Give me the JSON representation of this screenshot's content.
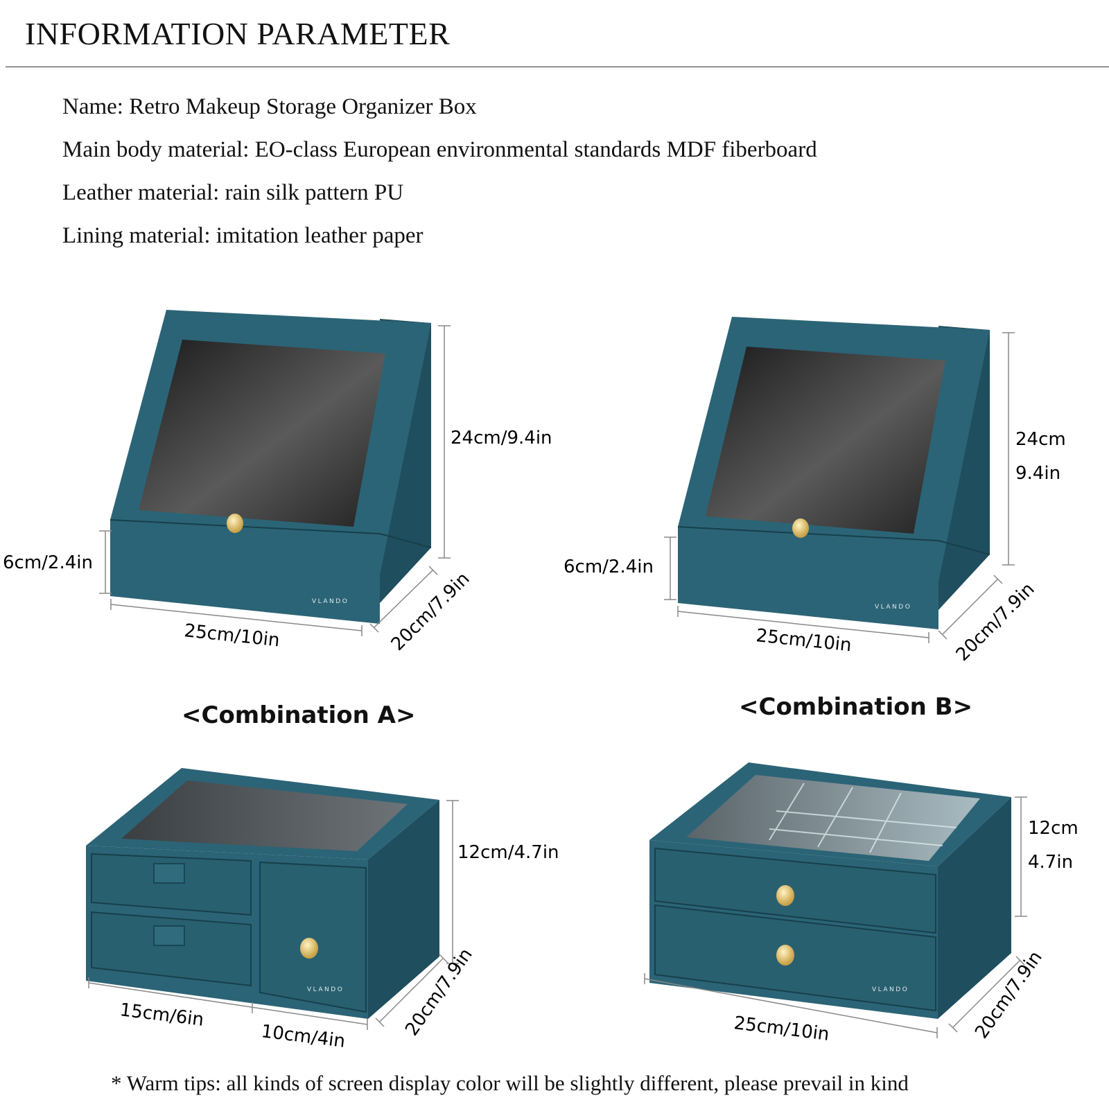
{
  "header": {
    "title": "INFORMATION PARAMETER"
  },
  "info": [
    "Name: Retro Makeup Storage Organizer Box",
    "Main body material: EO-class European environmental standards MDF fiberboard",
    "Leather material: rain silk pattern PU",
    "Lining material: imitation leather paper"
  ],
  "colors": {
    "box": "#2b6476",
    "box_dark": "#1f4e5e",
    "knob": "#d6b35a",
    "glass": "#3a3a3a"
  },
  "brand": "VLANDO",
  "combination_a": {
    "label": "<Combination A>",
    "vanity": {
      "height": "24cm/9.4in",
      "drawer": "6cm/2.4in",
      "width": "25cm/10in",
      "depth": "20cm/7.9in"
    },
    "chest": {
      "height": "12cm/4.7in",
      "width_left": "15cm/6in",
      "width_right": "10cm/4in",
      "depth": "20cm/7.9in"
    }
  },
  "combination_b": {
    "label": "<Combination B>",
    "vanity": {
      "height_cm": "24cm",
      "height_in": "9.4in",
      "drawer": "6cm/2.4in",
      "width": "25cm/10in",
      "depth": "20cm/7.9in"
    },
    "chest": {
      "height_cm": "12cm",
      "height_in": "4.7in",
      "width": "25cm/10in",
      "depth": "20cm/7.9in"
    }
  },
  "footer": {
    "tip": "* Warm tips: all kinds of screen display color will be slightly different, please prevail in kind"
  }
}
